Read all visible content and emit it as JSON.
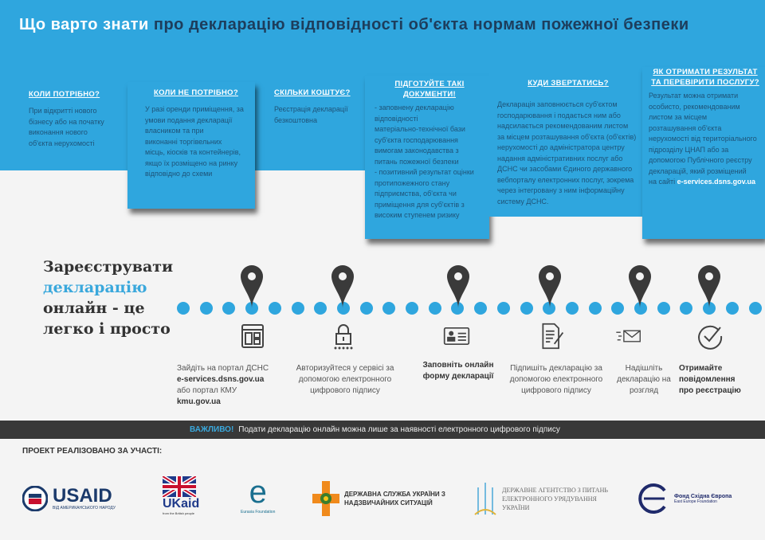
{
  "title": {
    "highlight": "Що варто знати",
    "rest": " про декларацію відповідності об'єкта нормам пожежної безпеки"
  },
  "cards": [
    {
      "heading": "КОЛИ ПОТРІБНО?",
      "text": "При відкритті нового\nбізнесу або на початку\nвиконання нового\nоб'єкта нерухомості"
    },
    {
      "heading": "КОЛИ НЕ ПОТРІБНО?",
      "text": "У разі оренди приміщення, за\nумови подання декларації\nвласником та при\nвиконанні торгівельних\nмісць, кіосків та контейнерів,\nякщо їх розміщено на ринку\nвідповідно до схеми"
    },
    {
      "heading": "СКІЛЬКИ КОШТУЄ?",
      "text": "Реєстрація декларації\nбезкоштовна"
    },
    {
      "heading": "ПІДГОТУЙТЕ ТАКІ ДОКУМЕНТИ!",
      "text": "- заповнену декларацію\nвідповідності\nматеріально-технічної бази\nсуб'єкта господарювання\nвимогам законодавства з\nпитань пожежної безпеки\n- позитивний результат оцінки\nпротипожежного стану\nпідприємства, об'єкта чи\nприміщення для  суб'єктів з\nвисоким ступенем ризику"
    },
    {
      "heading": "КУДИ ЗВЕРТАТИСЬ?",
      "text": "Декларація заповнюється суб'єктом\nгосподарювання і подається ним або\nнадсилається рекомендованим листом\nза місцем розташування об'єкта (об'єктів)\nнерухомості до адміністратора центру\nнадання адміністративних послуг або\nДСНС чи засобами Єдиного державного\nвебпорталу електронних послуг, зокрема\nчерез інтегровану з ним інформаційну\nсистему ДСНС."
    },
    {
      "heading": "ЯК ОТРИМАТИ РЕЗУЛЬТАТ ТА ПЕРЕВІРИТИ ПОСЛУГУ?",
      "text": "Результат можна отримати\nособисто, рекомендованим\nлистом за місцем\nрозташування об'єкта\nнерухомості від територіального\nпідрозділу ЦНАП або за\nдопомогою Публічного реєстру\nдекларацій, який розміщений\nна сайті ",
      "link": "e-services.dsns.gov.ua"
    }
  ],
  "headline": {
    "line1": "Зареєструвати",
    "line2": "декларацію",
    "line3": "онлайн - це",
    "line4": "легко і просто"
  },
  "steps": [
    {
      "icon": "browser-window-icon",
      "a": "Зайдіть на портал ДСНС",
      "b": "e-services.dsns.gov.ua",
      "c": "або портал КМУ",
      "d": "kmu.gov.ua"
    },
    {
      "icon": "lock-icon",
      "a": "Авторизуйтеся у сервісі за допомогою електронного цифрового підпису"
    },
    {
      "icon": "id-card-icon",
      "a": "Заповніть онлайн форму декларації"
    },
    {
      "icon": "sign-document-icon",
      "a": "Підпишіть декларацію за допомогою електронного цифрового підпису"
    },
    {
      "icon": "send-mail-icon",
      "a": "Надішліть декларацію на розгляд"
    },
    {
      "icon": "checkmark-icon",
      "a": "Отримайте повідомлення про реєстрацію"
    }
  ],
  "warning": {
    "label": "ВАЖЛИВО!",
    "text": "Подати декларацію онлайн можна лише за наявності електронного цифрового підпису"
  },
  "partners_label": "ПРОЕКТ РЕАЛІЗОВАНО ЗА УЧАСТІ:",
  "partners": [
    {
      "name": "USAID",
      "sub": "ВІД АМЕРИКАНСЬКОГО НАРОДУ"
    },
    {
      "name": "UKaid",
      "sub": "from the British people"
    },
    {
      "name": "Eurasia Foundation"
    },
    {
      "name": "ДЕРЖАВНА СЛУЖБА УКРАЇНИ З НАДЗВИЧАЙНИХ СИТУАЦІЙ"
    },
    {
      "name": "ДЕРЖАВНЕ АГЕНТСТВО З ПИТАНЬ ЕЛЕКТРОННОГО УРЯДУВАННЯ УКРАЇНИ"
    },
    {
      "name": "Фонд Східна Європа",
      "sub": "East Europe Foundation"
    }
  ],
  "colors": {
    "accent": "#2fa6de",
    "dark": "#383838"
  }
}
